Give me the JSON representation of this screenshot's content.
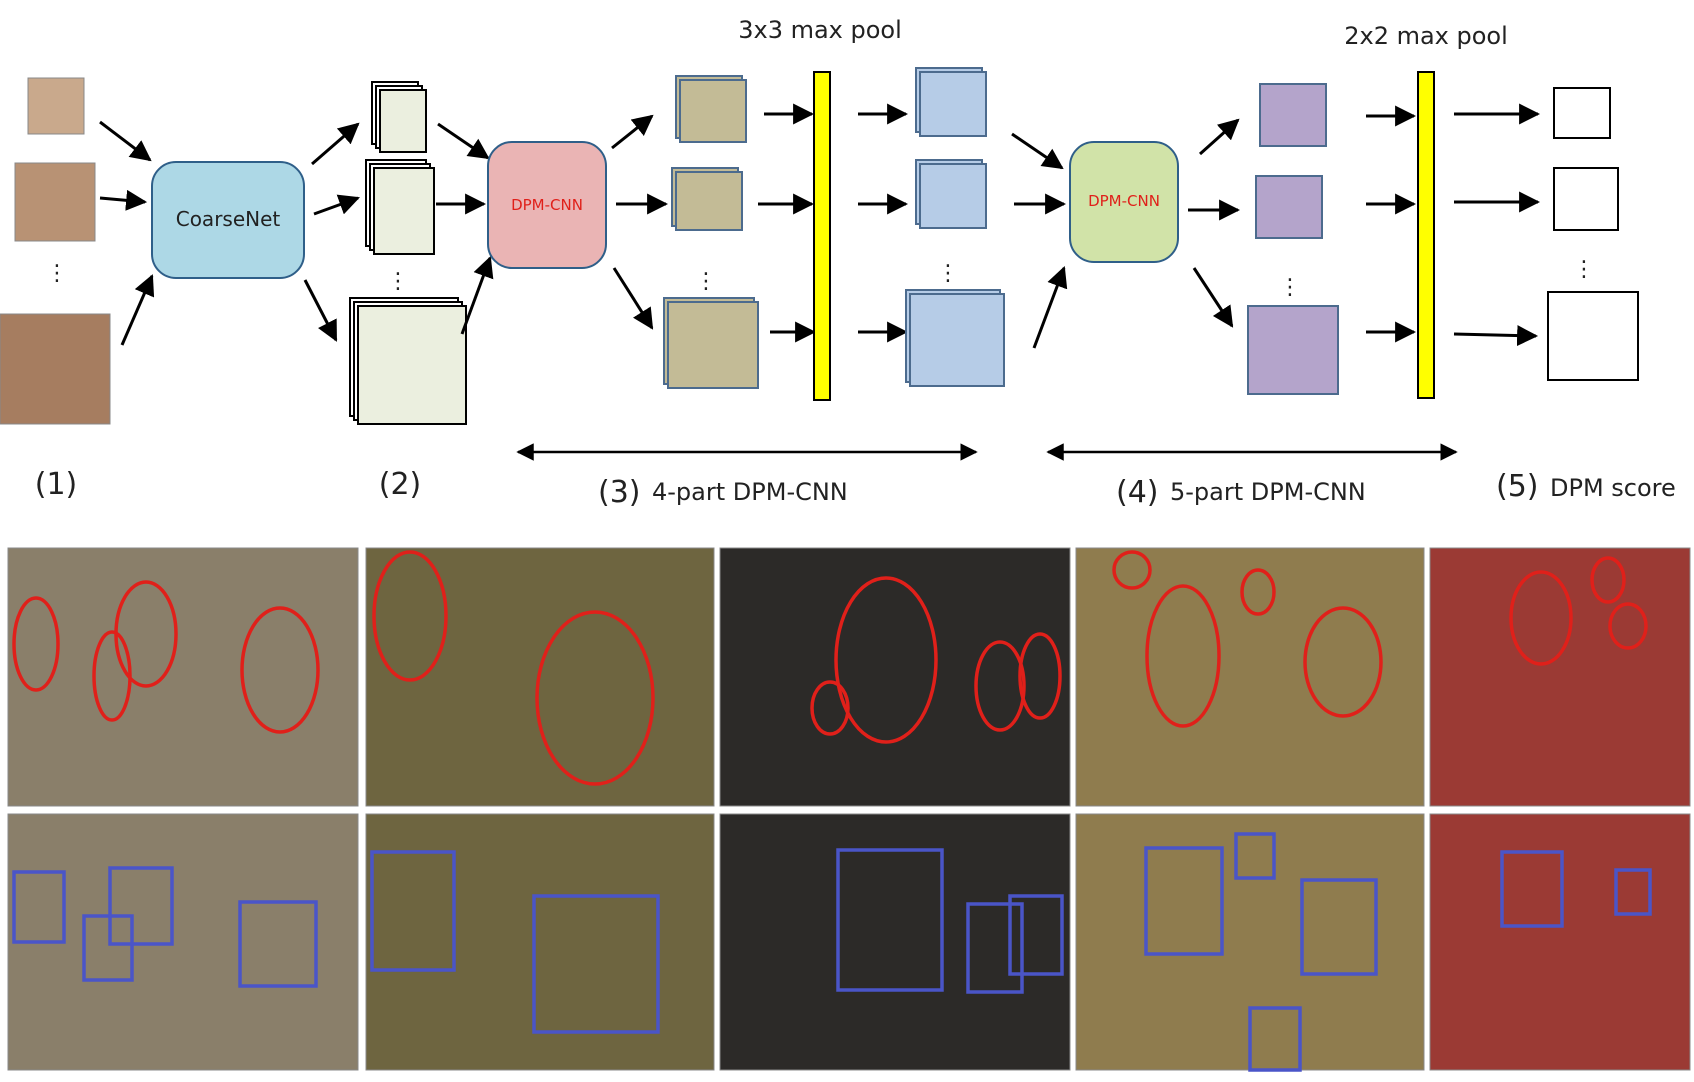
{
  "pipeline": {
    "coarse_net_label": "CoarseNet",
    "dpm_cnn_1_label": "DPM-CNN",
    "dpm_cnn_2_label": "DPM-CNN",
    "pool_3x3_label": "3x3 max pool",
    "pool_2x2_label": "2x2 max pool",
    "ellipsis": "⋮",
    "stage_labels": {
      "s1": "(1)",
      "s2": "(2)",
      "s3_num": "(3)",
      "s3_text": "4-part DPM-CNN",
      "s4_num": "(4)",
      "s4_text": "5-part DPM-CNN",
      "s5_num": "(5)",
      "s5_text": "DPM score"
    },
    "colors": {
      "coarse_net": "#add8e6",
      "dpm_cnn_1": "#eab4b4",
      "dpm_cnn_2": "#d1e3a8",
      "feature_map": "#ebefdf",
      "part_khaki": "#c3bb96",
      "part_blue": "#b6cce7",
      "part_purple": "#b4a4cb",
      "pool_bar": "#ffff00",
      "dpm_text": "#e0201a"
    }
  },
  "results": {
    "ellipse_color": "#e0201a",
    "box_color": "#4a55c8"
  }
}
